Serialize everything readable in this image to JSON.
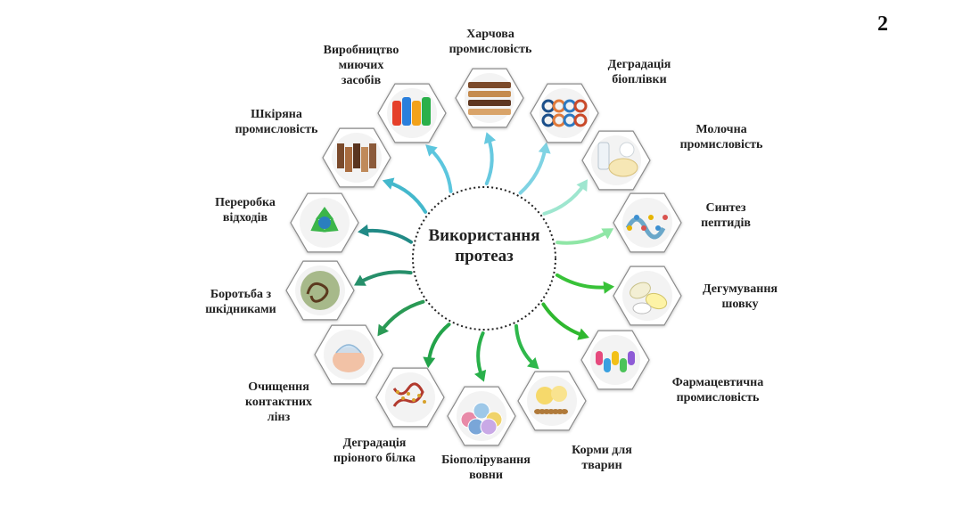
{
  "page_number": "2",
  "center": {
    "label": "Використання\nпротеаз"
  },
  "icon_placeholder_fill": "#f3f3f3",
  "nodes": [
    {
      "id": "food",
      "label": "Харчова\nпромисловість",
      "icon": "chocolate-bars-icon",
      "arrow_color": "#67c9e0"
    },
    {
      "id": "bioplastic",
      "label": "Деградація\nбіоплівки",
      "icon": "biofilm-icon",
      "arrow_color": "#7fd3e3"
    },
    {
      "id": "dairy",
      "label": "Молочна\nпромисловість",
      "icon": "dairy-products-icon",
      "arrow_color": "#9ee6cf"
    },
    {
      "id": "peptides",
      "label": "Синтез\nпептидів",
      "icon": "peptide-molecule-icon",
      "arrow_color": "#8fe6a6"
    },
    {
      "id": "silk",
      "label": "Дегумування\nшовку",
      "icon": "silk-cocoons-icon",
      "arrow_color": "#38c238"
    },
    {
      "id": "pharma",
      "label": "Фармацевтична\nпромисловість",
      "icon": "pills-icon",
      "arrow_color": "#2fb82f"
    },
    {
      "id": "feed",
      "label": "Корми для\nтварин",
      "icon": "chicks-feed-icon",
      "arrow_color": "#2fb84b"
    },
    {
      "id": "wool",
      "label": "Біополірування\nвовни",
      "icon": "wool-balls-icon",
      "arrow_color": "#29b04a"
    },
    {
      "id": "prion",
      "label": "Деградація\nпріоного білка",
      "icon": "prion-protein-icon",
      "arrow_color": "#23a34a"
    },
    {
      "id": "lenses",
      "label": "Очищення\nконтактних\nлінз",
      "icon": "contact-lens-icon",
      "arrow_color": "#2a9a55"
    },
    {
      "id": "pests",
      "label": "Боротьба з\nшкідниками",
      "icon": "nematode-icon",
      "arrow_color": "#268f6a"
    },
    {
      "id": "waste",
      "label": "Переробка\nвідходів",
      "icon": "recycle-icon",
      "arrow_color": "#218a86"
    },
    {
      "id": "leather",
      "label": "Шкіряна\nпромисловість",
      "icon": "leather-goods-icon",
      "arrow_color": "#44b8cc"
    },
    {
      "id": "detergents",
      "label": "Виробництво\nмиючих\nзасобів",
      "icon": "detergent-bottles-icon",
      "arrow_color": "#5cc6de"
    }
  ]
}
